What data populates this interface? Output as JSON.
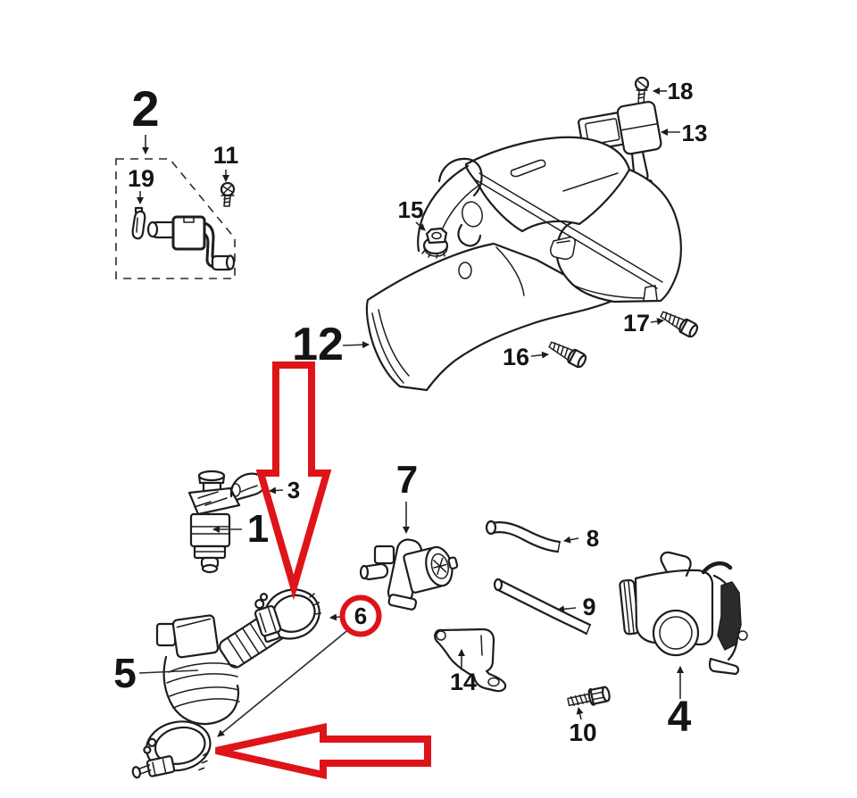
{
  "diagram": {
    "kind": "exploded-parts-diagram",
    "style": {
      "background": "#ffffff",
      "line_color": "#1d1d1d",
      "highlight_color": "#de1418"
    },
    "callouts": {
      "n1": "1",
      "n2": "2",
      "n3": "3",
      "n4": "4",
      "n5": "5",
      "n6": "6",
      "n7": "7",
      "n8": "8",
      "n9": "9",
      "n10": "10",
      "n11": "11",
      "n12": "12",
      "n13": "13",
      "n14": "14",
      "n15": "15",
      "n16": "16",
      "n17": "17",
      "n18": "18",
      "n19": "19"
    },
    "highlighted_callout": "6",
    "red_annotations": [
      "hollow-down-arrow",
      "hollow-left-arrow",
      "circle-around-callout-6"
    ]
  }
}
